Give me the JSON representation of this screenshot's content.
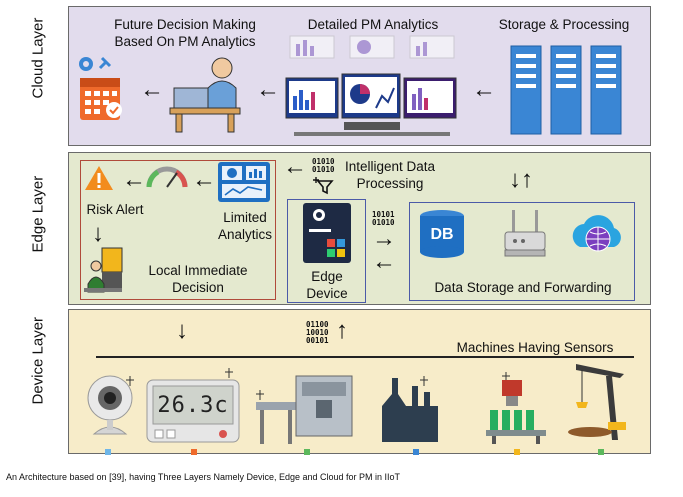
{
  "layers": {
    "cloud": "Cloud Layer",
    "edge": "Edge Layer",
    "device": "Device Layer"
  },
  "cloud": {
    "decision_line1": "Future Decision Making",
    "decision_line2": "Based On PM Analytics",
    "analytics": "Detailed PM Analytics",
    "storage": "Storage & Processing"
  },
  "edge": {
    "intelligent_line1": "Intelligent Data",
    "intelligent_line2": "Processing",
    "risk_alert": "Risk Alert",
    "limited_line1": "Limited",
    "limited_line2": "Analytics",
    "local_line1": "Local Immediate",
    "local_line2": "Decision",
    "edge_device_line1": "Edge",
    "edge_device_line2": "Device",
    "db_label": "DB",
    "storage_forwarding": "Data Storage and Forwarding",
    "bits_top_1": "01010",
    "bits_top_2": "01010",
    "bits_mid_1": "10101",
    "bits_mid_2": "01010"
  },
  "device": {
    "machines": "Machines Having Sensors",
    "bits_1": "01100",
    "bits_2": "10010",
    "bits_3": "00101",
    "display_value": "26.3c"
  },
  "caption": "An Architecture based on [39], having Three Layers Namely Device, Edge and Cloud for PM in IIoT",
  "colors": {
    "cloud_bg": "#e2dced",
    "edge_bg": "#e4e9cf",
    "device_bg": "#f7ecc9",
    "server_blue": "#3a86d4",
    "alert_orange": "#f28c1e",
    "db_blue": "#1f6fc2"
  }
}
